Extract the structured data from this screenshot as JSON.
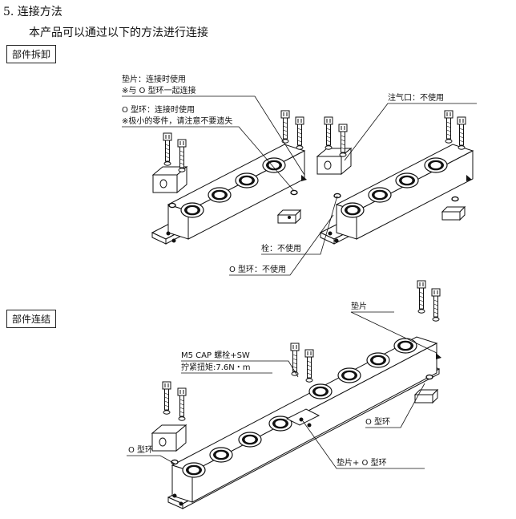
{
  "section": {
    "heading": "5. 连接方法",
    "intro": "本产品可以通过以下的方法进行连接"
  },
  "disassembly": {
    "box_label": "部件拆卸",
    "labels": {
      "gasket_1": "垫片：连接时使用",
      "gasket_2": "※与 O 型环一起连接",
      "oring_1": "O 型环：连接时使用",
      "oring_2": "※极小的零件，请注意不要遗失",
      "inlet": "注气口：不使用",
      "plug": "栓：不使用",
      "oring_unused": "O 型环：不使用"
    }
  },
  "connection": {
    "box_label": "部件连结",
    "labels": {
      "gasket": "垫片",
      "bolt_1": "M5 CAP 螺栓+SW",
      "bolt_2": "拧紧扭矩:7.6N・m",
      "oring_right": "O 型环",
      "oring_left": "O 型环",
      "gasket_oring": "垫片+ O 型环"
    }
  }
}
